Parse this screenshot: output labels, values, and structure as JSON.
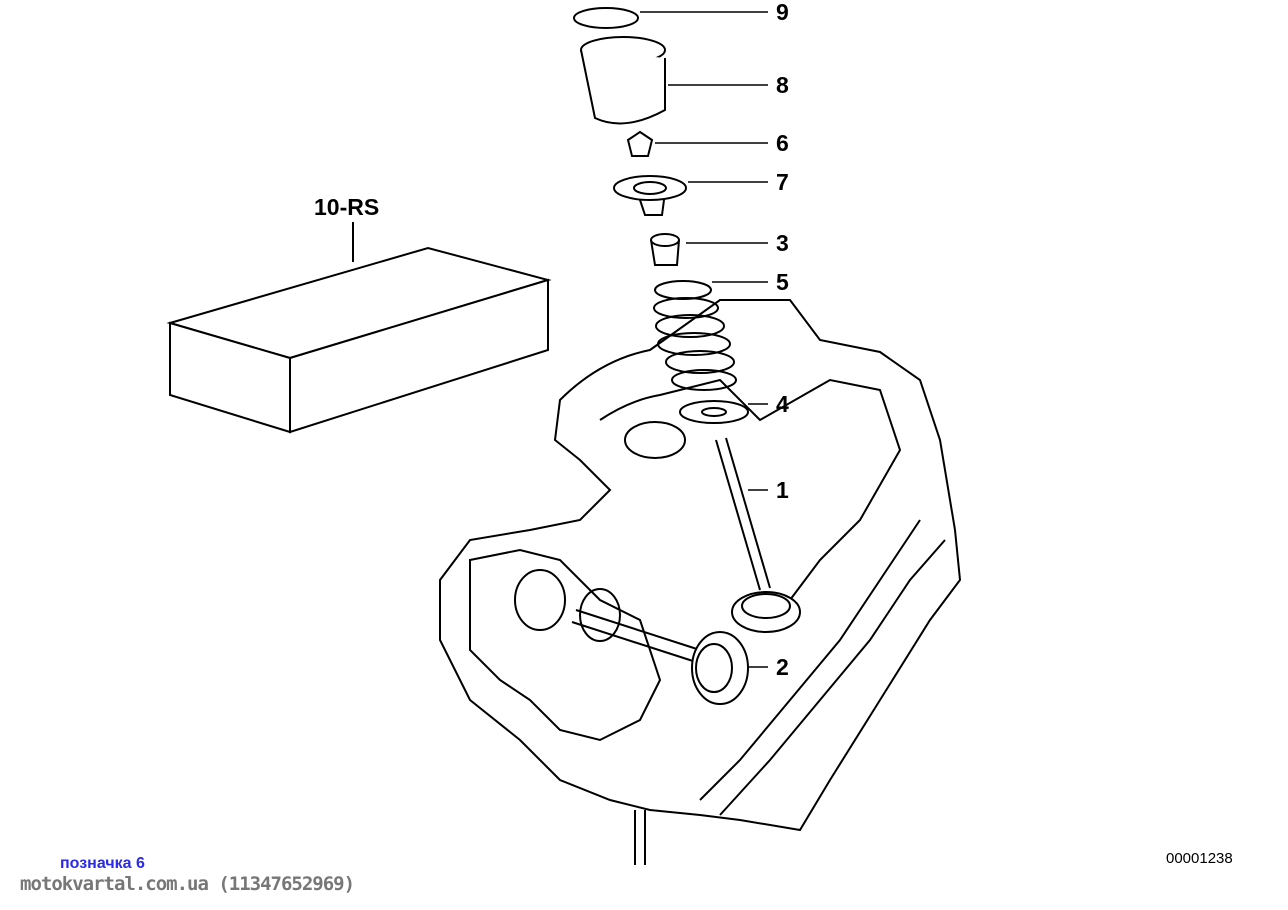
{
  "diagram": {
    "callouts": [
      {
        "id": "9"
      },
      {
        "id": "8"
      },
      {
        "id": "6"
      },
      {
        "id": "7"
      },
      {
        "id": "3"
      },
      {
        "id": "5"
      },
      {
        "id": "4"
      },
      {
        "id": "1"
      },
      {
        "id": "2"
      }
    ],
    "kit_label": "10-RS",
    "drawing_number": "00001238"
  },
  "footer": {
    "tag": "позначка 6",
    "site": "motokvartal.com.ua (11347652969)"
  },
  "colors": {
    "tag": "#2a2ae8",
    "site": "#777777"
  }
}
